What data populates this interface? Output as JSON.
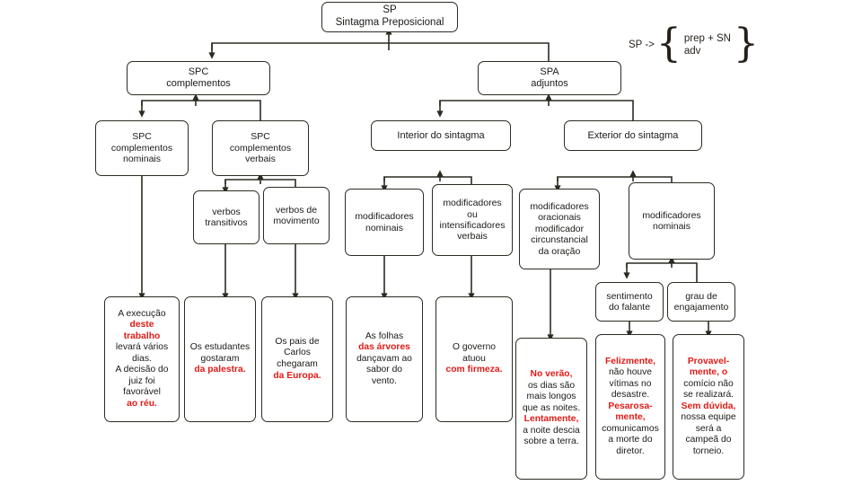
{
  "diagram": {
    "title": "SP - Sintagma Preposicional",
    "formula": {
      "label": "SP ->",
      "open_brace": "{",
      "close_brace": "}",
      "line1": "prep + SN",
      "line2": "adv"
    },
    "nodes": {
      "sp": {
        "line1": "SP",
        "line2": "Sintagma Preposicional"
      },
      "spc": {
        "line1": "SPC",
        "line2": "complementos"
      },
      "spa": {
        "line1": "SPA",
        "line2": "adjuntos"
      },
      "spc_nominais": {
        "line1": "SPC",
        "line2": "complementos",
        "line3": "nominais"
      },
      "spc_verbais": {
        "line1": "SPC",
        "line2": "complementos",
        "line3": "verbais"
      },
      "verbos_trans": {
        "line1": "verbos",
        "line2": "transitivos"
      },
      "verbos_mov": {
        "line1": "verbos de",
        "line2": "movimento"
      },
      "interior": {
        "line1": "Interior do sintagma"
      },
      "exterior": {
        "line1": "Exterior do sintagma"
      },
      "mod_nominais_i": {
        "line1": "modificadores",
        "line2": "nominais"
      },
      "mod_intens": {
        "line1": "modificadores",
        "line2": "ou",
        "line3": "intensificadores",
        "line4": "verbais"
      },
      "mod_oracionais": {
        "line1": "modificadores",
        "line2": "oracionais",
        "line3": "modificador",
        "line4": "circunstancial",
        "line5": "da oração"
      },
      "mod_nominais_e": {
        "line1": "modificadores",
        "line2": "nominais"
      },
      "sentimento": {
        "line1": "sentimento",
        "line2": "do falante"
      },
      "engajamento": {
        "line1": "grau de",
        "line2": "engajamento"
      }
    },
    "examples": {
      "ex_nominais": [
        {
          "text": "A execução",
          "hl": false
        },
        {
          "text": "deste",
          "hl": true
        },
        {
          "text": "trabalho",
          "hl": true
        },
        {
          "text": "levará vários",
          "hl": false
        },
        {
          "text": "dias.",
          "hl": false
        },
        {
          "text": "A decisão do",
          "hl": false
        },
        {
          "text": "juiz foi",
          "hl": false
        },
        {
          "text": "favorável",
          "hl": false
        },
        {
          "text": "ao réu.",
          "hl": true
        }
      ],
      "ex_transitivos": [
        {
          "text": "Os estudantes",
          "hl": false
        },
        {
          "text": "gostaram",
          "hl": false
        },
        {
          "text": "da palestra.",
          "hl": true
        }
      ],
      "ex_movimento": [
        {
          "text": "Os pais de",
          "hl": false
        },
        {
          "text": "Carlos",
          "hl": false
        },
        {
          "text": "chegaram",
          "hl": false
        },
        {
          "text": "da Europa.",
          "hl": true
        }
      ],
      "ex_mod_nominais": [
        {
          "text": "As folhas",
          "hl": false
        },
        {
          "text": "das árvores",
          "hl": true
        },
        {
          "text": "dançavam ao",
          "hl": false
        },
        {
          "text": "sabor do",
          "hl": false
        },
        {
          "text": "vento.",
          "hl": false
        }
      ],
      "ex_intensificadores": [
        {
          "text": "O governo",
          "hl": false
        },
        {
          "text": "atuou",
          "hl": false
        },
        {
          "text": "com firmeza.",
          "hl": true
        }
      ],
      "ex_oracionais": [
        {
          "text": "No verão,",
          "hl": true
        },
        {
          "text": "os dias são",
          "hl": false
        },
        {
          "text": "mais longos",
          "hl": false
        },
        {
          "text": "que as noites.",
          "hl": false
        },
        {
          "text": "Lentamente,",
          "hl": true
        },
        {
          "text": "a noite descia",
          "hl": false
        },
        {
          "text": "sobre a terra.",
          "hl": false
        }
      ],
      "ex_sentimento": [
        {
          "text": "Felizmente,",
          "hl": true
        },
        {
          "text": "não houve",
          "hl": false
        },
        {
          "text": "vítimas no",
          "hl": false
        },
        {
          "text": "desastre.",
          "hl": false
        },
        {
          "text": "Pesarosa-",
          "hl": true
        },
        {
          "text": "mente,",
          "hl": true
        },
        {
          "text": "comunicamos",
          "hl": false
        },
        {
          "text": "a morte do",
          "hl": false
        },
        {
          "text": "diretor.",
          "hl": false
        }
      ],
      "ex_engajamento": [
        {
          "text": "Provavel-",
          "hl": true
        },
        {
          "text": "mente, o",
          "hl": true
        },
        {
          "text": "comício não",
          "hl": false
        },
        {
          "text": "se realizará.",
          "hl": false
        },
        {
          "text": "Sem dúvida,",
          "hl": true
        },
        {
          "text": "nossa equipe",
          "hl": false
        },
        {
          "text": "será a",
          "hl": false
        },
        {
          "text": "campeã do",
          "hl": false
        },
        {
          "text": "torneio.",
          "hl": false
        }
      ]
    },
    "colors": {
      "highlight": "#e01b16",
      "stroke": "#2b2b22",
      "text": "#1a1a17",
      "background": "#ffffff"
    }
  }
}
